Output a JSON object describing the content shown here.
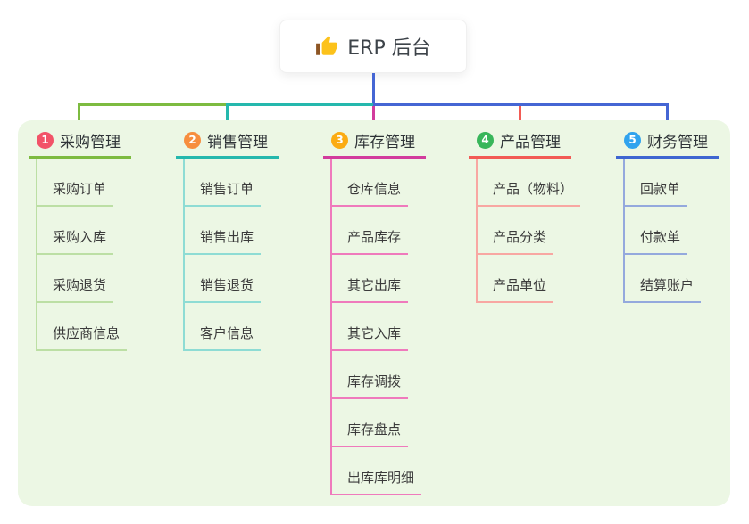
{
  "root": {
    "title": "ERP 后台",
    "icon": "thumbs-up-icon"
  },
  "canvas": {
    "background": "#ffffff",
    "panel_background": "#ecf7e4",
    "root_connector_color": "#4566d4"
  },
  "branches": [
    {
      "number": "1",
      "label": "采购管理",
      "color": "#7dbb40",
      "light_color": "#bcdfa4",
      "badge_color": "#f25368",
      "children": [
        "采购订单",
        "采购入库",
        "采购退货",
        "供应商信息"
      ]
    },
    {
      "number": "2",
      "label": "销售管理",
      "color": "#25b8ad",
      "light_color": "#8edcd4",
      "badge_color": "#f78e3e",
      "children": [
        "销售订单",
        "销售出库",
        "销售退货",
        "客户信息"
      ]
    },
    {
      "number": "3",
      "label": "库存管理",
      "color": "#d23c9d",
      "light_color": "#ef7abc",
      "badge_color": "#fbac13",
      "children": [
        "仓库信息",
        "产品库存",
        "其它出库",
        "其它入库",
        "库存调拨",
        "库存盘点",
        "出库库明细"
      ]
    },
    {
      "number": "4",
      "label": "产品管理",
      "color": "#f25b55",
      "light_color": "#f8a7a2",
      "badge_color": "#38b65a",
      "children": [
        "产品（物料）",
        "产品分类",
        "产品单位"
      ]
    },
    {
      "number": "5",
      "label": "财务管理",
      "color": "#3f66d1",
      "light_color": "#94a9dd",
      "badge_color": "#30a3ee",
      "children": [
        "回款单",
        "付款单",
        "结算账户"
      ]
    }
  ]
}
